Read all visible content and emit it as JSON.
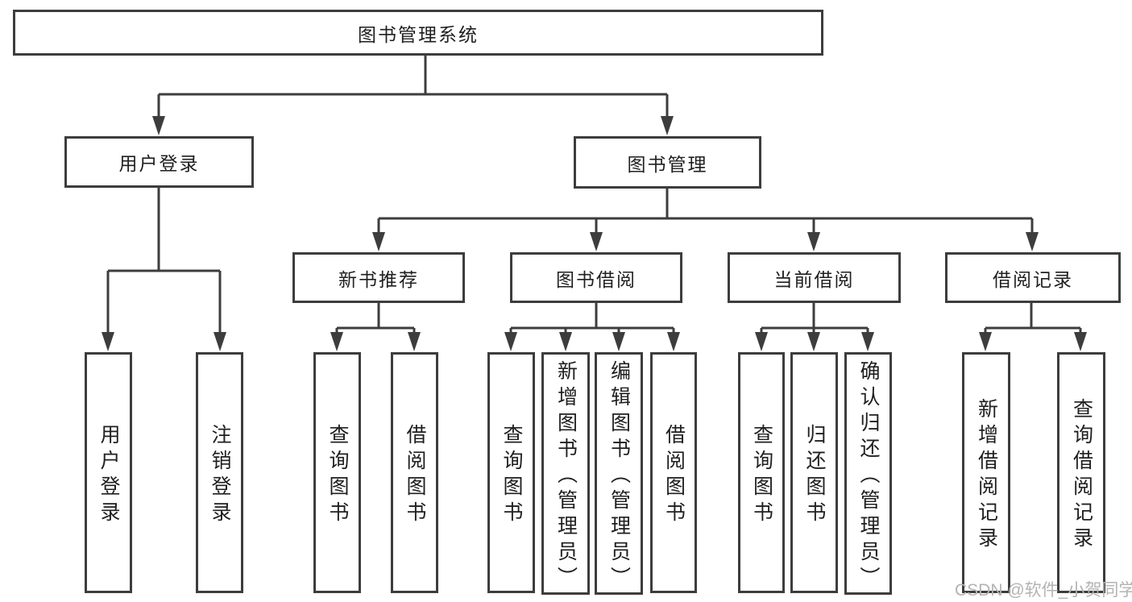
{
  "diagram": {
    "root": {
      "label": "图书管理系统"
    },
    "level2": [
      {
        "label": "用户登录"
      },
      {
        "label": "图书管理"
      }
    ],
    "level3": [
      {
        "label": "新书推荐"
      },
      {
        "label": "图书借阅"
      },
      {
        "label": "当前借阅"
      },
      {
        "label": "借阅记录"
      }
    ],
    "leaves": [
      {
        "label": "用户登录"
      },
      {
        "label": "注销登录"
      },
      {
        "label": "查询图书"
      },
      {
        "label": "借阅图书"
      },
      {
        "label": "查询图书"
      },
      {
        "label": "新增图书（管理员）"
      },
      {
        "label": "编辑图书（管理员）"
      },
      {
        "label": "借阅图书"
      },
      {
        "label": "查询图书"
      },
      {
        "label": "归还图书"
      },
      {
        "label": "确认归还（管理员）"
      },
      {
        "label": "新增借阅记录"
      },
      {
        "label": "查询借阅记录"
      }
    ],
    "watermark": "CSDN @软件_小贺同学",
    "colors": {
      "line": "#3d3d3d",
      "text": "#1f1f1f",
      "watermark": "#b3b3b3",
      "background": "#ffffff"
    }
  }
}
